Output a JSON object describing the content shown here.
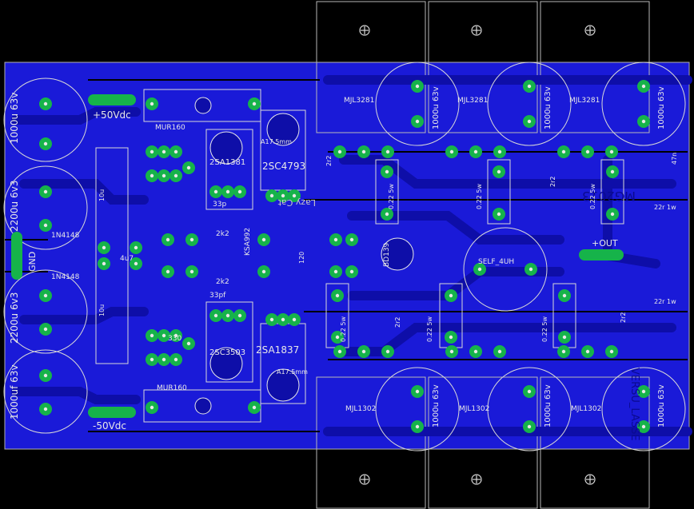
{
  "labels": {
    "cap_top_left": "1000u 63v",
    "cap_mid_top_left": "2200u 6v3",
    "cap_mid_bot_left": "2200u 6v3",
    "cap_bot_left": "1000uf 63v",
    "rail_pos": "+50Vdc",
    "rail_neg": "-50Vdc",
    "gnd": "GND",
    "diode_top": "1N4148",
    "diode_bot": "1N4148",
    "mur_top": "MUR160",
    "mur_bot": "MUR160",
    "t_2sa1381": "2SA1381",
    "t_2sc3503": "2SC3503",
    "t_2sc4793": "2SC4793",
    "t_2sa1837": "2SA1837",
    "t_ksa992": "KSA992",
    "bd139": "BD139",
    "heatsink_top": "A17.5mm",
    "heatsink_bot": "A17.5mm",
    "r_2k2_top": "2k2",
    "r_2k2_bot": "2k2",
    "c_33p_top": "33p",
    "c_33pf_bot": "33pf",
    "c_4u7": "4u7",
    "r_330": "330",
    "lazy_cat": "Lazy Cat",
    "self": "SELF_4UH",
    "out": "+OUT",
    "mjl3281_1": "MJL3281",
    "mjl3281_2": "MJL3281",
    "mjl3281_3": "MJL3281",
    "mjl1302_1": "MJL1302",
    "mjl1302_2": "MJL1302",
    "mjl1302_3": "MJL1302",
    "cap_top_1": "1000u 63v",
    "cap_top_2": "1000u 63v",
    "cap_top_3": "1000u 63v",
    "cap_bot_1": "1000u 63v",
    "cap_bot_2": "1000u 63v",
    "cap_bot_3": "1000u 63v",
    "mirror_version": "MG2013",
    "mirror_lasse": "VERSU_LASSE",
    "r_22r_top": "22r 1w",
    "r_22r_bot": "22r 1w",
    "r_022_1": "0.22 5w",
    "r_022_2": "0.22 5w",
    "r_022_3": "0.22 5w",
    "r_022_4": "0.22 5w",
    "r_022_5": "0.22 5w",
    "r_022_6": "0.22 5w",
    "r_2r2_1": "2r2",
    "r_2r2_2": "2r2",
    "r_2r2_3": "2r2",
    "r_2r2_4": "2r2",
    "r_47n": "47n",
    "r_120": "120",
    "c_10u_top": "10u",
    "c_10u_bot": "10u"
  },
  "colors": {
    "copper": "#1a1ad8",
    "trace": "#1010c0",
    "pad": "#16b34a",
    "silk": "#d8d8d8",
    "board_edge": "#b0b0b0",
    "background": "#000000"
  }
}
